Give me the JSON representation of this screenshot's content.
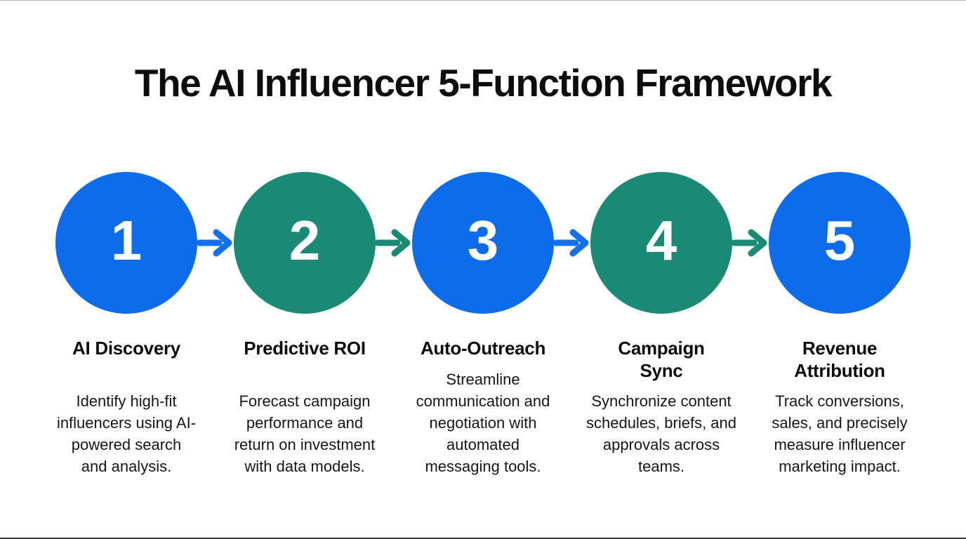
{
  "title": "The AI Influencer 5-Function Framework",
  "colors": {
    "step_blue": "#0f6ce8",
    "step_teal": "#1b8a74",
    "arrow_blue": "#1470ea",
    "arrow_teal": "#1b8a74",
    "text": "#0d0d0d",
    "background": "#ffffff"
  },
  "steps": [
    {
      "number": "1",
      "color": "blue",
      "heading": "AI Discovery",
      "description": "Identify high-fit\ninfluencers using AI-\npowered search\nand analysis."
    },
    {
      "number": "2",
      "color": "teal",
      "heading": "Predictive ROI",
      "description": "Forecast campaign\nperformance and\nreturn on investment\nwith data models."
    },
    {
      "number": "3",
      "color": "blue",
      "heading": "Auto-Outreach",
      "description": "Streamline\ncommunication and\nnegotiation with\nautomated\nmessaging tools."
    },
    {
      "number": "4",
      "color": "teal",
      "heading": "Campaign\nSync",
      "description": "Synchronize content\nschedules, briefs, and\napprovals across\nteams."
    },
    {
      "number": "5",
      "color": "blue",
      "heading": "Revenue\nAttribution",
      "description": "Track conversions,\nsales, and precisely\nmeasure influencer\nmarketing impact."
    }
  ],
  "arrows": [
    {
      "from": "1",
      "to": "2",
      "color": "blue"
    },
    {
      "from": "2",
      "to": "3",
      "color": "teal"
    },
    {
      "from": "3",
      "to": "4",
      "color": "blue"
    },
    {
      "from": "4",
      "to": "5",
      "color": "teal"
    }
  ]
}
